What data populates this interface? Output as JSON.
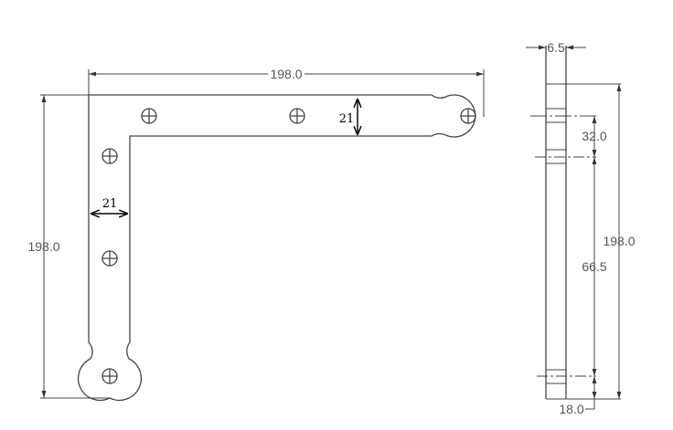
{
  "front_view": {
    "width_label": "198.0",
    "height_label": "198.0",
    "arm_width_top_label": "21",
    "arm_width_side_label": "21",
    "hole_count": 6
  },
  "side_view": {
    "thickness_label": "6.5",
    "height_label": "198.0",
    "hole_spacing_top_label": "32.0",
    "hole_spacing_mid_label": "66.5",
    "hole_offset_bottom_label": "18.0"
  },
  "colors": {
    "line": "#444444",
    "text": "#555555"
  }
}
